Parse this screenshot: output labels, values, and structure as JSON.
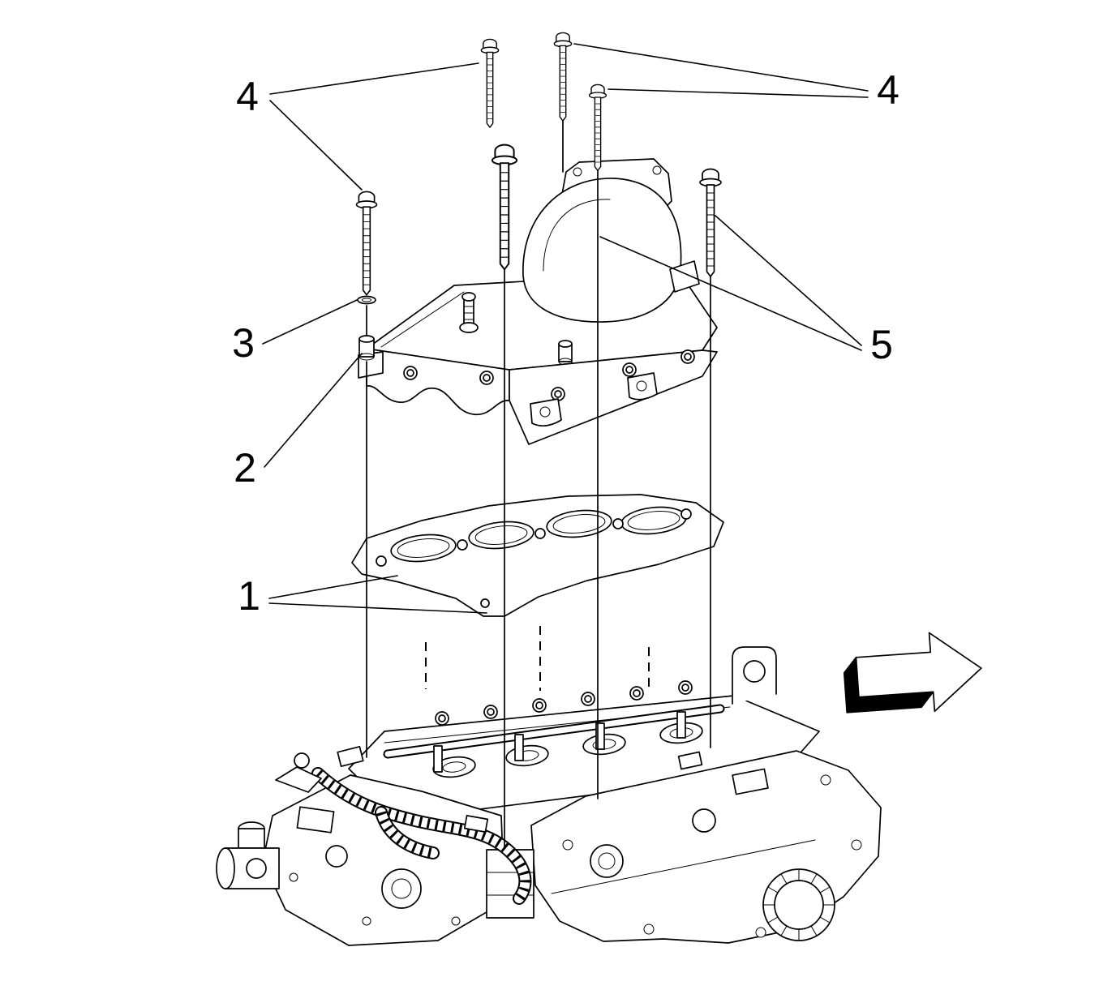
{
  "diagram": {
    "kind": "exploded-parts-line-drawing",
    "subject": "intake-manifold-installation",
    "background_color": "#ffffff",
    "line_color": "#000000",
    "callouts": [
      {
        "label": "4",
        "placement": "upper-left",
        "points_to": "manifold-bolts-front"
      },
      {
        "label": "4",
        "placement": "upper-right",
        "points_to": "manifold-bolts-rear"
      },
      {
        "label": "3",
        "placement": "mid-left",
        "points_to": "seal-washer"
      },
      {
        "label": "2",
        "placement": "left",
        "points_to": "grommet-spacer"
      },
      {
        "label": "5",
        "placement": "mid-right",
        "points_to": "manifold-studs"
      },
      {
        "label": "1",
        "placement": "lower-left",
        "points_to": "manifold-gasket"
      }
    ],
    "parts": [
      "manifold-gasket",
      "grommet-spacer",
      "seal-washer",
      "manifold-bolt",
      "manifold-stud",
      "intake-manifold",
      "engine-assembly"
    ],
    "direction_arrow": {
      "shape": "block-arrow-3d",
      "direction": "right"
    }
  }
}
